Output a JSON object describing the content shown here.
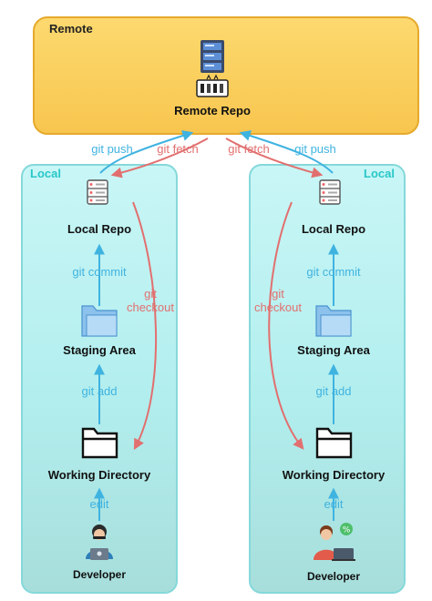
{
  "remote": {
    "title": "Remote",
    "repo_label": "Remote Repo"
  },
  "colors": {
    "push": "#3fb3e0",
    "fetch": "#e26f6f",
    "remote_bg": "#f8c64f",
    "local_bg": "#b2eeee",
    "local_title": "#28c7c9"
  },
  "sync": {
    "push": "git push",
    "fetch": "git fetch"
  },
  "locals": [
    {
      "title": "Local",
      "local_repo": "Local Repo",
      "commit": "git commit",
      "staging": "Staging Area",
      "add": "git add",
      "working": "Working Directory",
      "edit": "edit",
      "checkout_line1": "git",
      "checkout_line2": "checkout",
      "developer": "Developer"
    },
    {
      "title": "Local",
      "local_repo": "Local Repo",
      "commit": "git commit",
      "staging": "Staging Area",
      "add": "git add",
      "working": "Working Directory",
      "edit": "edit",
      "checkout_line1": "git",
      "checkout_line2": "checkout",
      "developer": "Developer"
    }
  ]
}
